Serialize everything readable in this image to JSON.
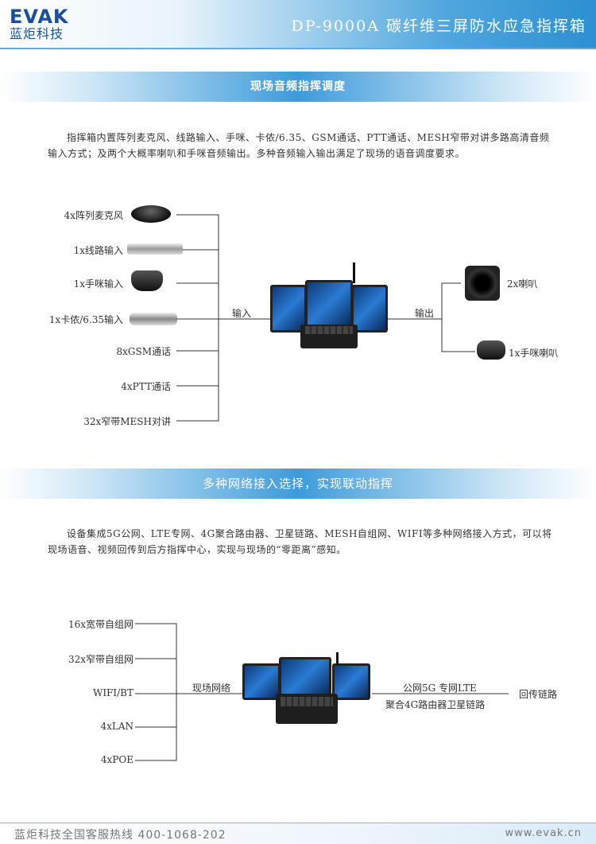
{
  "header": {
    "logo_top": "EVAK",
    "logo_bottom": "蓝炬科技",
    "title": "DP-9000A  碳纤维三屏防水应急指挥箱"
  },
  "section1": {
    "title": "现场音频指挥调度",
    "paragraph": "指挥箱内置阵列麦克风、线路输入、手咪、卡侬/6.35、GSM通话、PTT通话、MESH窄带对讲多路高清音频输入方式；及两个大概率喇叭和手咪音频输出。多种音频输入输出满足了现场的语音调度要求。",
    "inputs": [
      "4x阵列麦克风",
      "1x线路输入",
      "1x手咪输入",
      "1x卡侬/6.35输入",
      "8xGSM通话",
      "4xPTT通话",
      "32x窄带MESH对讲"
    ],
    "input_label": "输入",
    "output_label": "输出",
    "outputs": [
      "2x喇叭",
      "1x手咪喇叭"
    ]
  },
  "section2": {
    "title": "多种网络接入选择，实现联动指挥",
    "paragraph": "设备集成5G公网、LTE专网、4G聚合路由器、卫星链路、MESH自组网、WIFI等多种网络接入方式，可以将现场语音、视频回传到后方指挥中心，实现与现场的“零距离”感知。",
    "networks": [
      "16x宽带自组网",
      "32x窄带自组网",
      "WIFI/BT",
      "4xLAN",
      "4xPOE"
    ],
    "net_label": "现场网络",
    "uplink_top": "公网5G  专网LTE",
    "uplink_bottom": "聚合4G路由器卫星链路",
    "return_label": "回传链路"
  },
  "footer": {
    "hotline": "蓝炬科技全国客服热线  400-1068-202",
    "website": "www.evak.cn"
  }
}
